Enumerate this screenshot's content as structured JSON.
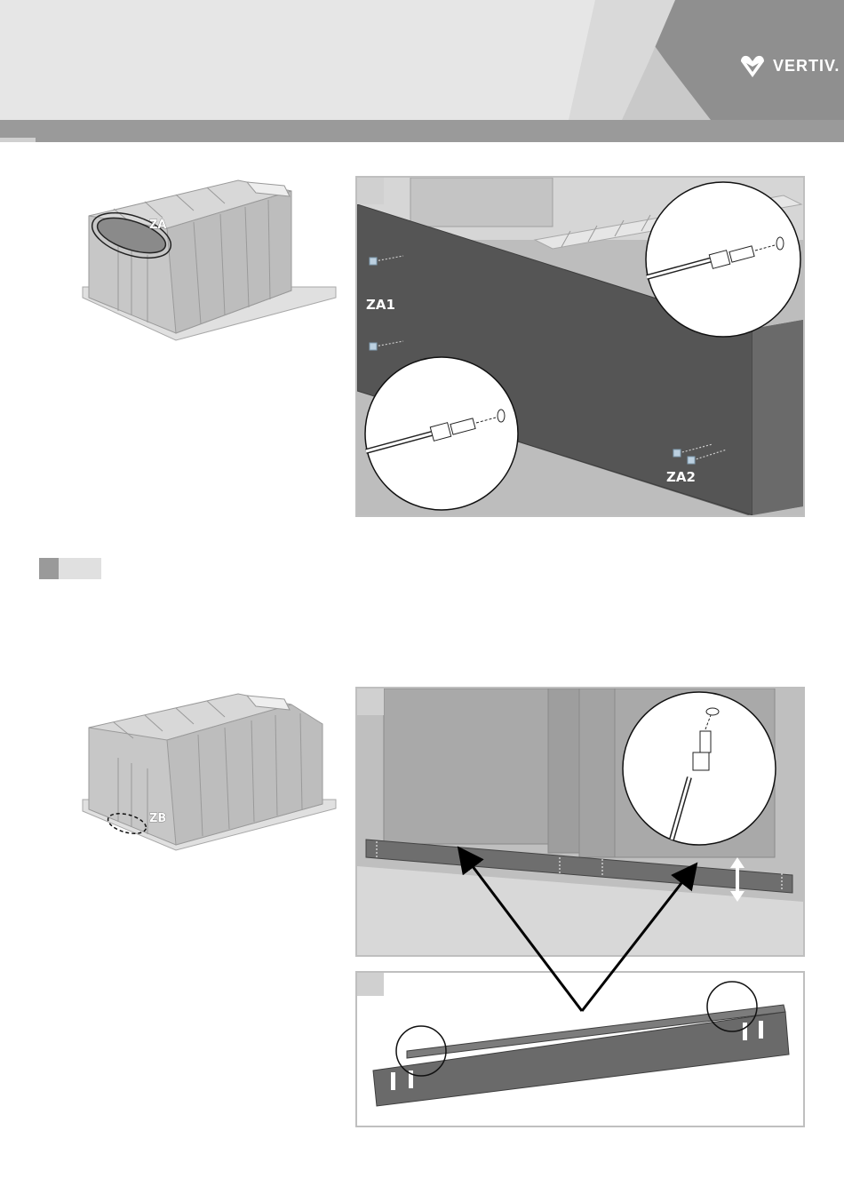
{
  "header": {
    "brand_name": "VERTIV.",
    "colors": {
      "light_band": "#e6e6e6",
      "mid_band": "#b5b5b5",
      "dark_band": "#8f8f8f",
      "stripe": "#9a9a9a"
    }
  },
  "section_top": {
    "overview_label": "ZA",
    "detail_labels": {
      "za1": "ZA1",
      "za2": "ZA2"
    }
  },
  "section_bottom": {
    "overview_label": "ZB"
  }
}
